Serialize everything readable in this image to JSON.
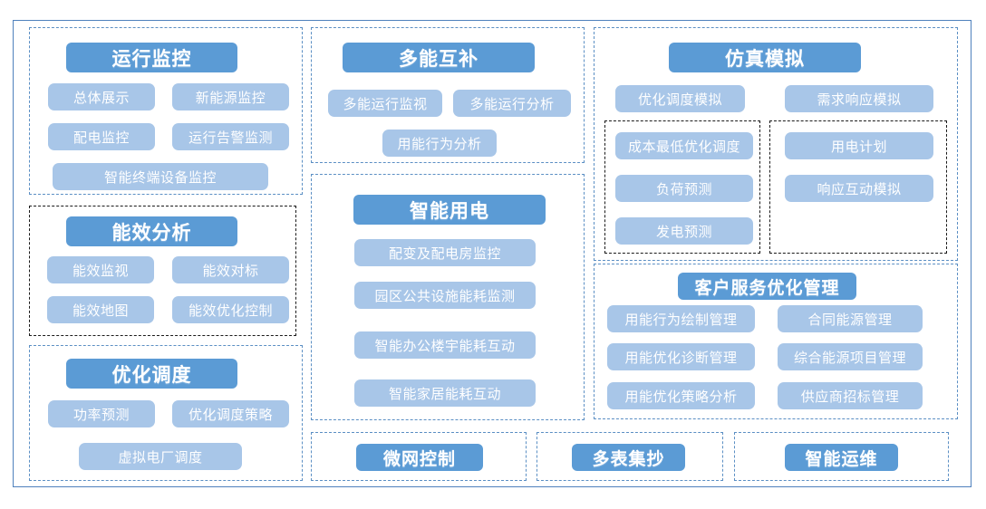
{
  "diagram": {
    "title_unshown": "",
    "colors": {
      "header_blue": "#5b9bd5",
      "pill_blue": "#a8c6e8",
      "border_blue": "#5b8fc4",
      "border_dark": "#1a1a1a",
      "frame_blue": "#4f81bd",
      "text_white": "#ffffff"
    },
    "groups": [
      {
        "id": "operation-monitoring",
        "header": "运行监控",
        "border": "blue",
        "items": [
          "总体展示",
          "新能源监控",
          "配电监控",
          "运行告警监测",
          "智能终端设备监控"
        ]
      },
      {
        "id": "energy-efficiency-analysis",
        "header": "能效分析",
        "border": "dark",
        "items": [
          "能效监视",
          "能效对标",
          "能效地图",
          "能效优化控制"
        ]
      },
      {
        "id": "optimal-dispatch",
        "header": "优化调度",
        "border": "blue",
        "items": [
          "功率预测",
          "优化调度策略",
          "虚拟电厂调度"
        ]
      },
      {
        "id": "multi-energy-complementarity",
        "header": "多能互补",
        "border": "blue",
        "items": [
          "多能运行监视",
          "多能运行分析",
          "用能行为分析"
        ]
      },
      {
        "id": "smart-electricity-use",
        "header": "智能用电",
        "border": "blue",
        "items": [
          "配变及配电房监控",
          "园区公共设施能耗监测",
          "智能办公楼宇能耗互动",
          "智能家居能耗互动"
        ]
      },
      {
        "id": "simulation",
        "header": "仿真模拟",
        "border": "blue",
        "items": [
          "优化调度模拟",
          "需求响应模拟"
        ],
        "subgroups": [
          {
            "id": "simulation-dispatch-subgroup",
            "border": "dark",
            "items": [
              "成本最低优化调度",
              "负荷预测",
              "发电预测"
            ]
          },
          {
            "id": "simulation-demand-subgroup",
            "border": "dark",
            "items": [
              "用电计划",
              "响应互动模拟"
            ]
          }
        ]
      },
      {
        "id": "customer-service-optimization",
        "header": "客户服务优化管理",
        "border": "blue",
        "items": [
          "用能行为绘制管理",
          "合同能源管理",
          "用能优化诊断管理",
          "综合能源项目管理",
          "用能优化策略分析",
          "供应商招标管理"
        ]
      },
      {
        "id": "microgrid-control",
        "header": "微网控制",
        "border": "blue",
        "items": []
      },
      {
        "id": "multi-meter-reading",
        "header": "多表集抄",
        "border": "blue",
        "items": []
      },
      {
        "id": "smart-operation-maintenance",
        "header": "智能运维",
        "border": "blue",
        "items": []
      }
    ]
  }
}
